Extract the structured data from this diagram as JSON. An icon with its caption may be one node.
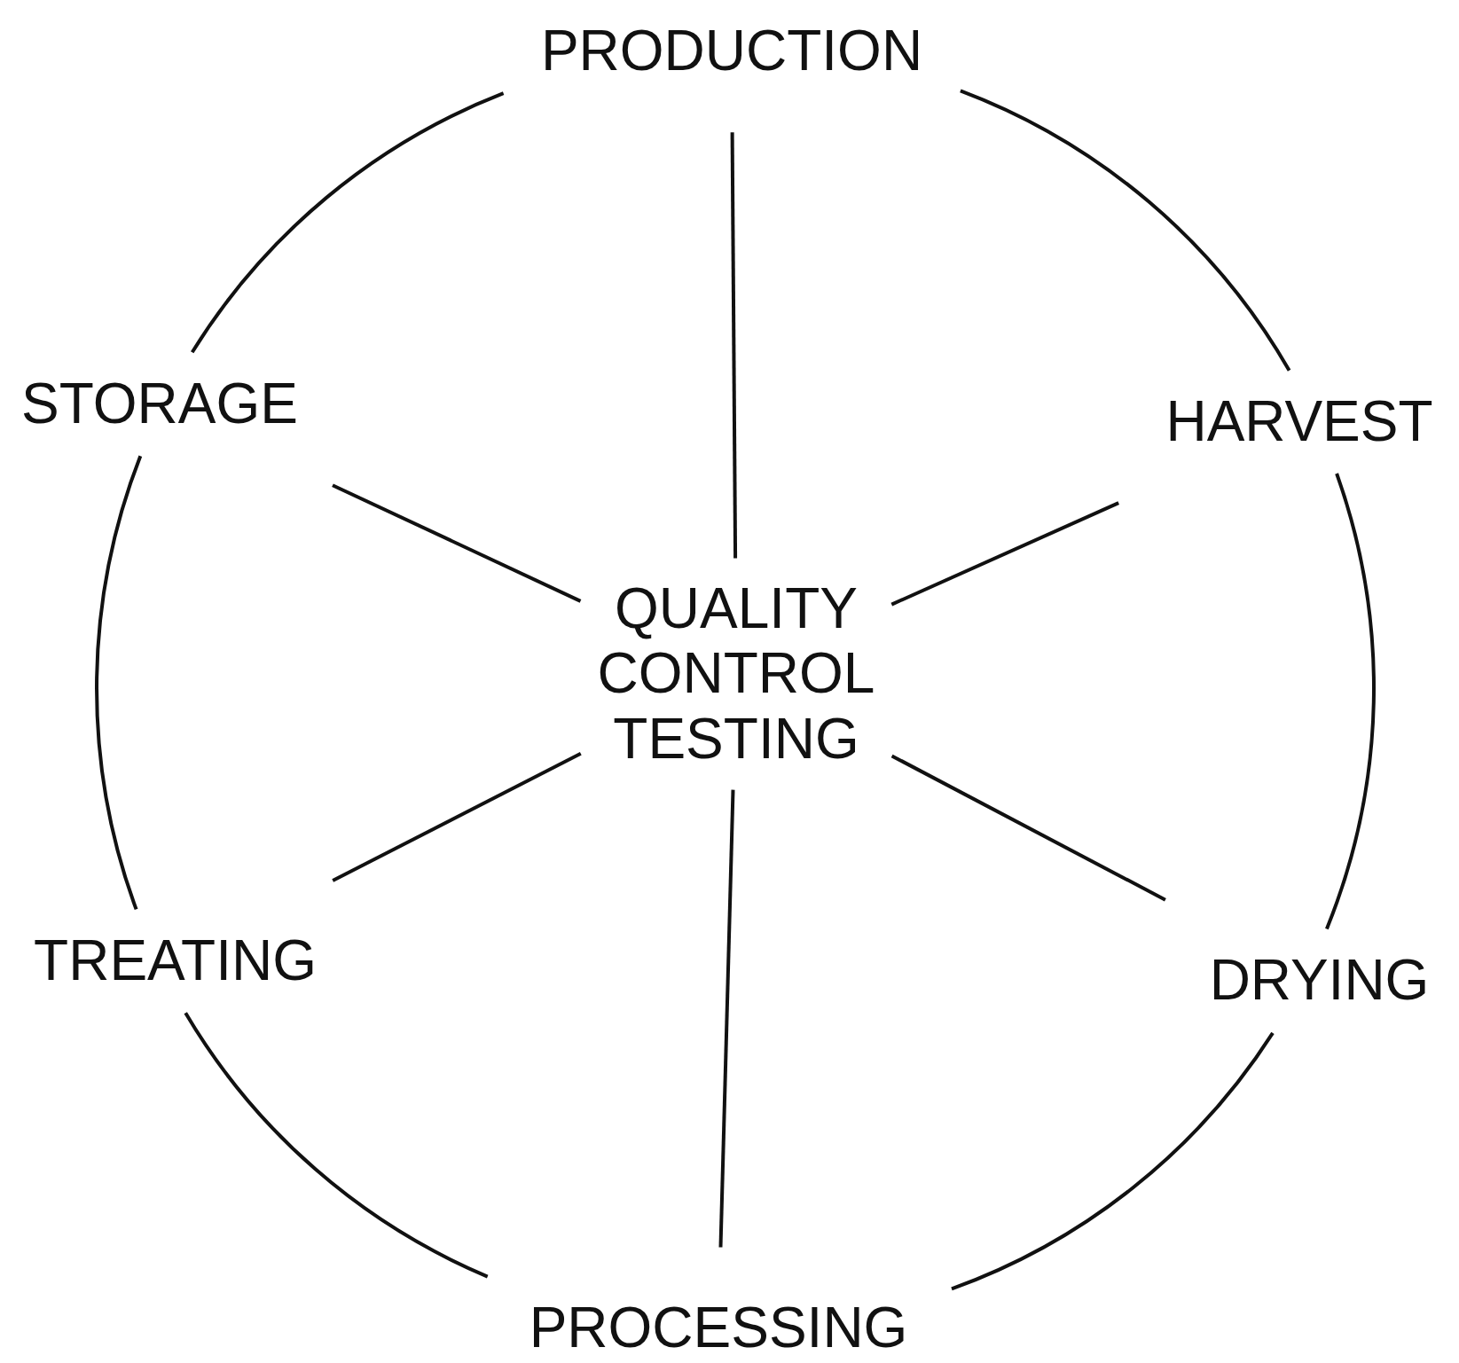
{
  "diagram": {
    "nodes": [
      {
        "text": [
          "PRODUCTION"
        ]
      },
      {
        "text": [
          "HARVEST"
        ]
      },
      {
        "text": [
          "DRYING"
        ]
      },
      {
        "text": [
          "PROCESSING"
        ]
      },
      {
        "text": [
          "TREATING"
        ]
      },
      {
        "text": [
          "STORAGE"
        ]
      },
      {
        "text": [
          "QUALITY CONTROL TESTING"
        ]
      }
    ],
    "edges": [
      {
        "from": 0,
        "to": 1,
        "arrow": "none"
      },
      {
        "from": 1,
        "to": 2,
        "arrow": "none"
      },
      {
        "from": 2,
        "to": 3,
        "arrow": "none"
      },
      {
        "from": 3,
        "to": 4,
        "arrow": "none"
      },
      {
        "from": 4,
        "to": 5,
        "arrow": "none"
      },
      {
        "from": 5,
        "to": 0,
        "arrow": "none"
      },
      {
        "from": 6,
        "to": 0,
        "arrow": "none"
      },
      {
        "from": 6,
        "to": 1,
        "arrow": "none"
      },
      {
        "from": 6,
        "to": 2,
        "arrow": "none"
      },
      {
        "from": 6,
        "to": 3,
        "arrow": "none"
      },
      {
        "from": 6,
        "to": 4,
        "arrow": "none"
      },
      {
        "from": 6,
        "to": 5,
        "arrow": "none"
      }
    ]
  }
}
